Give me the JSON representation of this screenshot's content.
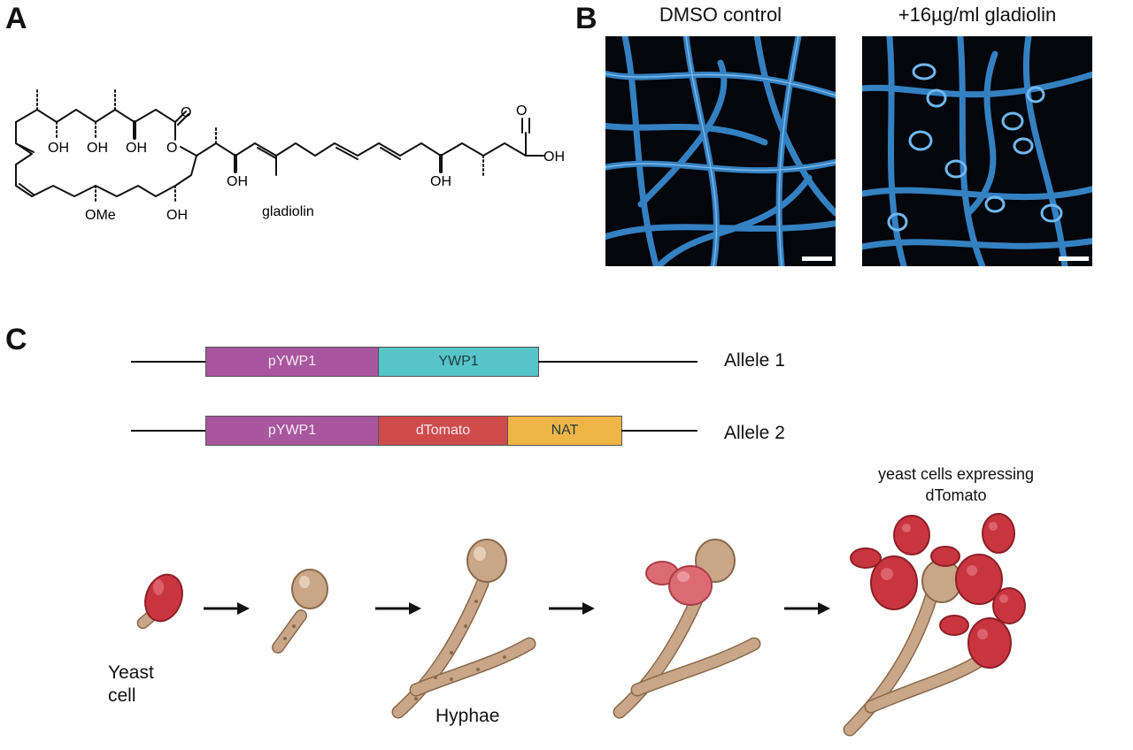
{
  "panels": {
    "a": {
      "letter": "A"
    },
    "b": {
      "letter": "B"
    },
    "c": {
      "letter": "C"
    }
  },
  "molecule": {
    "name": "gladiolin",
    "groups": {
      "oh": "OH",
      "ome": "OMe",
      "o": "O",
      "ring_o": "O"
    }
  },
  "microscopy": {
    "left_title": "DMSO control",
    "right_title": "+16µg/ml gladiolin",
    "stain_color": "#3a8fd6"
  },
  "constructs": [
    {
      "label": "Allele 1",
      "segments": [
        {
          "name": "pYWP1",
          "color": "#a8569d"
        },
        {
          "name": "YWP1",
          "color": "#56c4c8"
        }
      ]
    },
    {
      "label": "Allele 2",
      "segments": [
        {
          "name": "pYWP1",
          "color": "#a8569d"
        },
        {
          "name": "dTomato",
          "color": "#cf4b4b"
        },
        {
          "name": "NAT",
          "color": "#f0b547"
        }
      ]
    }
  ],
  "stages": {
    "yeast_label": "Yeast\ncell",
    "hyphae_label": "Hyphae",
    "expressing_label": "yeast cells expressing\ndTomato"
  },
  "colors": {
    "hypha": "#c8a687",
    "hypha_dark": "#8a6a4c",
    "red_cell": "#c9353f",
    "pink_cell": "#dc6a72"
  }
}
